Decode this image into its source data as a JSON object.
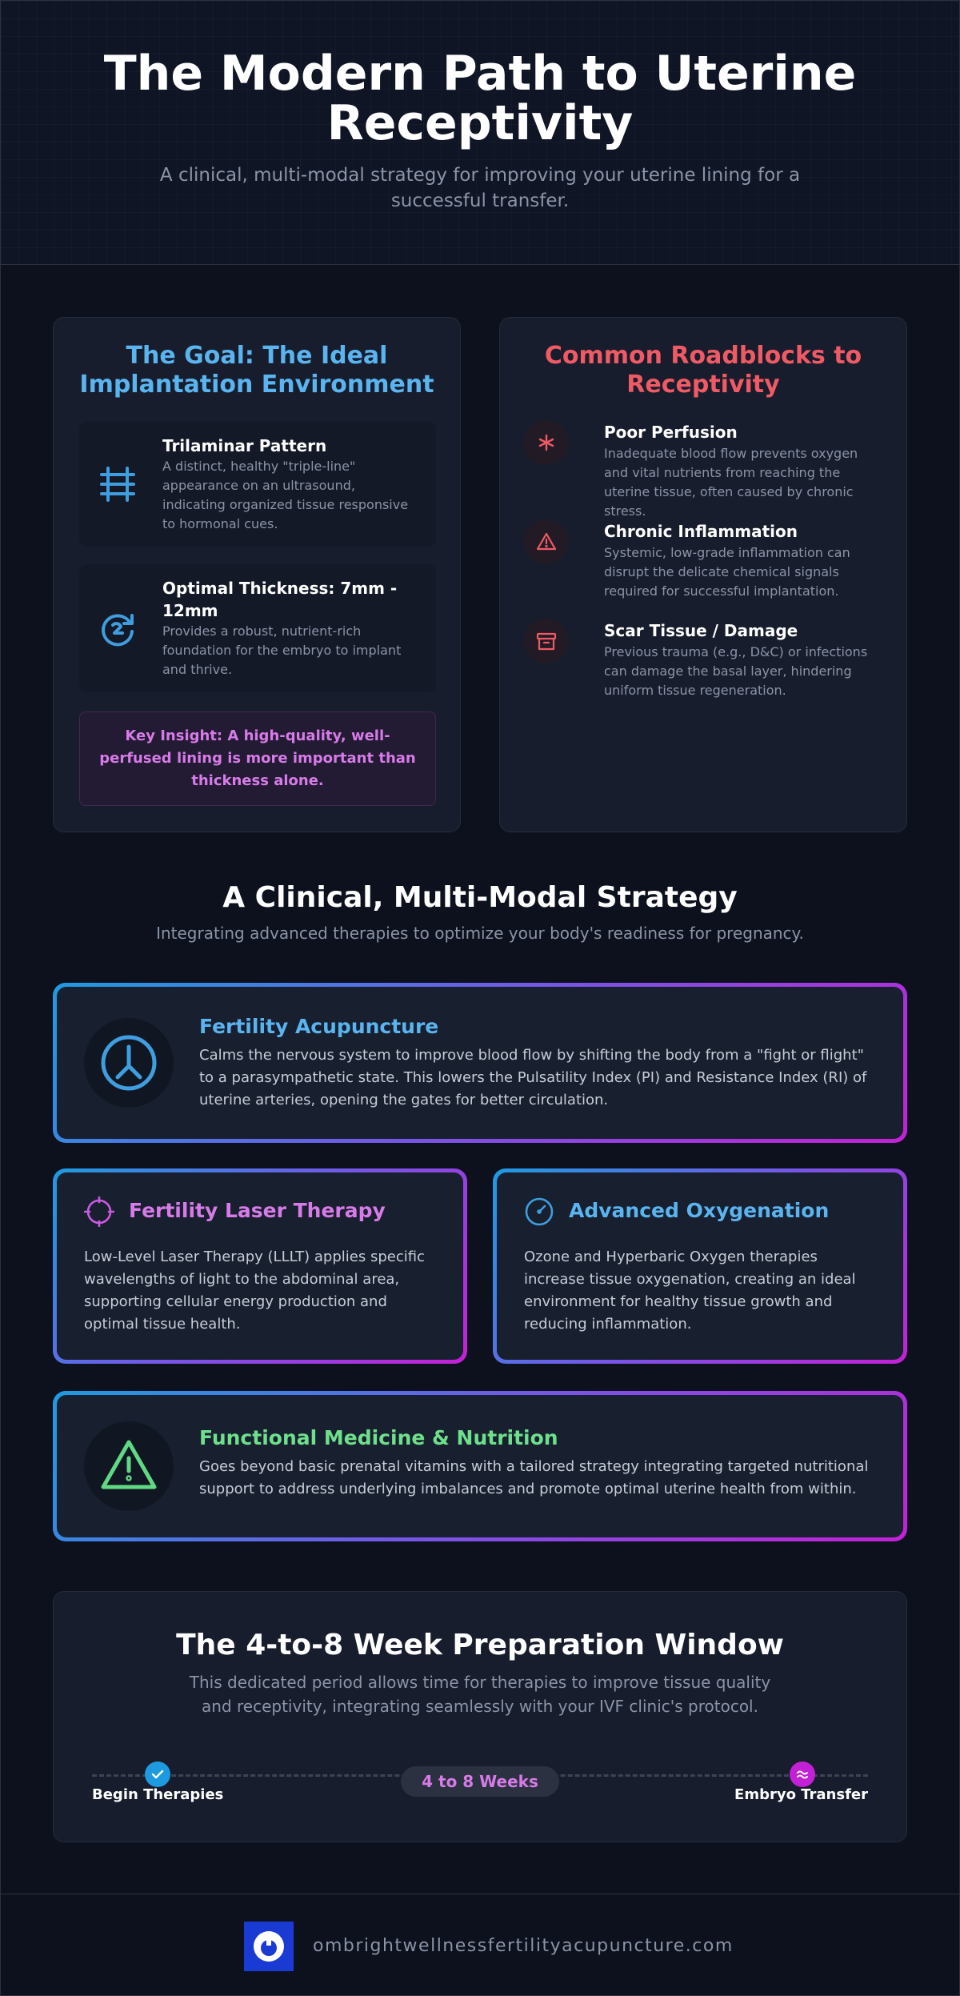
{
  "header": {
    "title": "The Modern Path to Uterine Receptivity",
    "subtitle": "A clinical, multi-modal strategy for improving your uterine lining for a successful transfer."
  },
  "goal": {
    "title": "The Goal: The Ideal Implantation Environment",
    "features": [
      {
        "icon": "layers-icon",
        "title": "Trilaminar Pattern",
        "desc": "A distinct, healthy \"triple-line\" appearance on an ultrasound, indicating organized tissue responsive to hormonal cues."
      },
      {
        "icon": "refresh-icon",
        "title": "Optimal Thickness: 7mm - 12mm",
        "desc": "Provides a robust, nutrient-rich foundation for the embryo to implant and thrive."
      }
    ],
    "insight": "Key Insight: A high-quality, well-perfused lining is more important than thickness alone."
  },
  "roadblocks": {
    "title": "Common Roadblocks to Receptivity",
    "items": [
      {
        "icon": "asterisk-icon",
        "title": "Poor Perfusion",
        "desc": "Inadequate blood flow prevents oxygen and vital nutrients from reaching the uterine tissue, often caused by chronic stress."
      },
      {
        "icon": "warning-icon",
        "title": "Chronic Inflammation",
        "desc": "Systemic, low-grade inflammation can disrupt the delicate chemical signals required for successful implantation."
      },
      {
        "icon": "archive-icon",
        "title": "Scar Tissue / Damage",
        "desc": "Previous trauma (e.g., D&C) or infections can damage the basal layer, hindering uniform tissue regeneration."
      }
    ]
  },
  "strategy": {
    "title": "A Clinical, Multi-Modal Strategy",
    "subtitle": "Integrating advanced therapies to optimize your body's readiness for pregnancy.",
    "therapies": [
      {
        "icon": "acupuncture-icon",
        "title": "Fertility Acupuncture",
        "desc": "Calms the nervous system to improve blood flow by shifting the body from a \"fight or flight\" to a parasympathetic state. This lowers the Pulsatility Index (PI) and Resistance Index (RI) of uterine arteries, opening the gates for better circulation.",
        "color": "#5ab4ef"
      },
      {
        "icon": "laser-icon",
        "title": "Fertility Laser Therapy",
        "desc": "Low-Level Laser Therapy (LLLT) applies specific wavelengths of light to the abdominal area, supporting cellular energy production and optimal tissue health.",
        "color": "#d77be8"
      },
      {
        "icon": "gauge-icon",
        "title": "Advanced Oxygenation",
        "desc": "Ozone and Hyperbaric Oxygen therapies increase tissue oxygenation, creating an ideal environment for healthy tissue growth and reducing inflammation.",
        "color": "#5ab4ef"
      },
      {
        "icon": "warning-triangle-icon",
        "title": "Functional Medicine & Nutrition",
        "desc": "Goes beyond basic prenatal vitamins with a tailored strategy integrating targeted nutritional support to address underlying imbalances and promote optimal uterine health from within.",
        "color": "#6ee08c"
      }
    ]
  },
  "prep": {
    "title": "The 4-to-8 Week Preparation Window",
    "subtitle": "This dedicated period allows time for therapies to improve tissue quality and receptivity, integrating seamlessly with your IVF clinic's protocol.",
    "duration": "4 to 8 Weeks",
    "start_label": "Begin Therapies",
    "end_label": "Embryo Transfer"
  },
  "footer": {
    "site": "ombrightwellnessfertilityacupuncture.com"
  }
}
